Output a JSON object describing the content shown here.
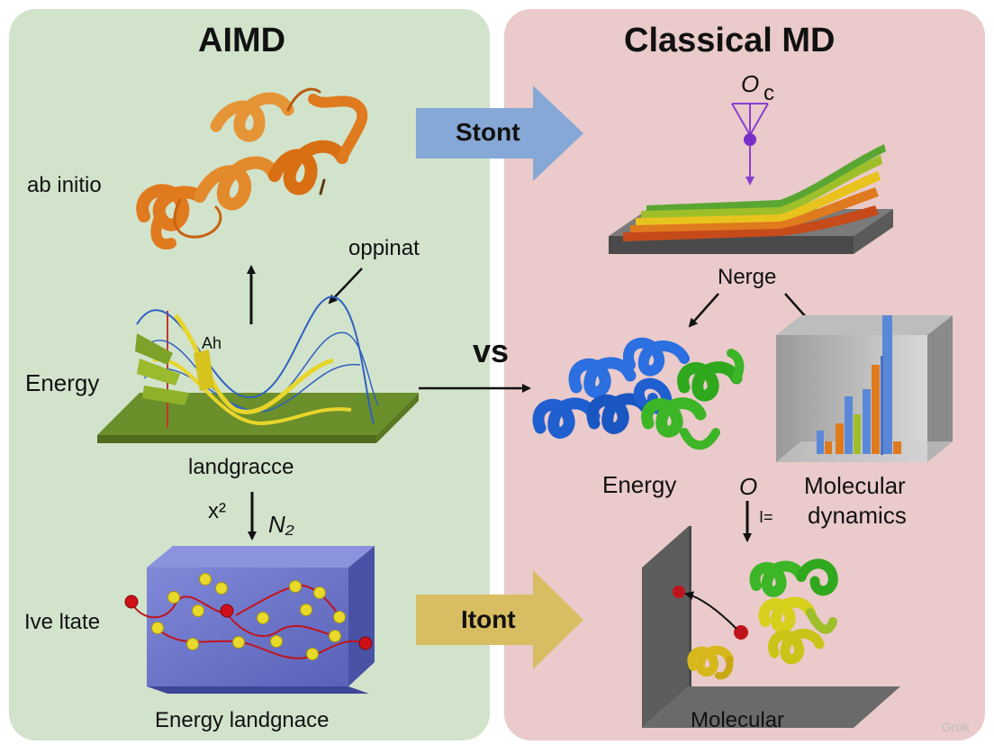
{
  "left_panel": {
    "title": "AIMD",
    "label_ab_initio": "ab initio",
    "label_oppinat": "oppinat",
    "label_ah": "Ah",
    "label_energy": "Energy",
    "label_landgracce": "landgracce",
    "label_x2": "x²",
    "label_nz": "N₂",
    "label_ive_ltate": "Ive ltate",
    "label_energy_landgnace": "Energy landgnace"
  },
  "center": {
    "vs": "vs",
    "arrow_top_label": "Stont",
    "arrow_bottom_label": "Itont"
  },
  "right_panel": {
    "title": "Classical MD",
    "label_oc_o": "O",
    "label_oc_c": "c",
    "label_nerge": "Nerge",
    "label_energy": "Energy",
    "label_o": "O",
    "label_eq": "I=",
    "label_molecular_dynamics_1": "Molecular",
    "label_molecular_dynamics_2": "dynamics",
    "label_molecular": "Molecular"
  },
  "watermark": "Grok",
  "colors": {
    "left_bg": "#d2e3cc",
    "right_bg": "#eacaca",
    "arrow_top": "#86a8d6",
    "arrow_bottom": "#d9bd62",
    "protein_orange": "#e07a1e",
    "protein_blue": "#1f5fd0",
    "protein_green": "#3cb526",
    "protein_yellow": "#d6cf1c",
    "plane_green": "#6b8f2a",
    "box_blue": "#6a72c8"
  }
}
